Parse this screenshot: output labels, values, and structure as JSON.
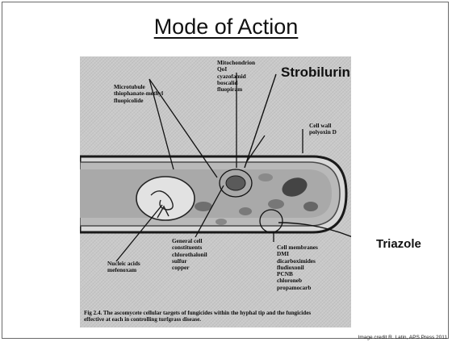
{
  "slide": {
    "title": "Mode of Action",
    "credit": "Image credit R. Latin, APS Press 2011"
  },
  "figure": {
    "labels": {
      "microtubule": [
        "Microtubule",
        "thiophanate-methyl",
        "fluopicolide"
      ],
      "mitochondrion": [
        "Mitochondrion",
        "QoI",
        "cyazofamid",
        "boscalid",
        "fluopiram"
      ],
      "cell_wall": [
        "Cell wall",
        "polyoxin D"
      ],
      "nucleic_acids": [
        "Nucleic acids",
        "mefenoxam"
      ],
      "general": [
        "General cell",
        "constituents",
        "chlorothalonil",
        "sulfur",
        "copper"
      ],
      "membrane": [
        "Cell membranes",
        "DMI",
        "dicarboximides",
        "fludioxonil",
        "PCNB",
        "chloroneb",
        "propamocarb"
      ]
    },
    "caption": [
      "Fig 2.4. The ascomycete cellular targets of fungicides within the hyphal tip and the fungicides",
      "effective at each in controlling turfgrass disease."
    ]
  },
  "callouts": {
    "strobilurin": "Strobilurin",
    "triazole": "Triazole"
  }
}
